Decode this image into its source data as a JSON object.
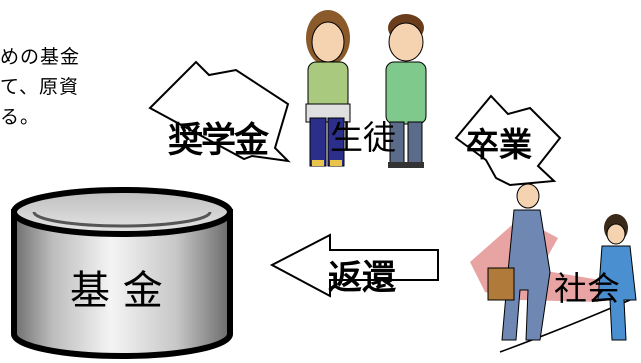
{
  "intro_text": {
    "line1": "めの基金",
    "line2": "て、原資",
    "line3": "る。"
  },
  "nodes": {
    "fund": "基 金",
    "students": "生徒",
    "society": "社会"
  },
  "arrows": {
    "scholarship": "奨学金",
    "graduation": "卒業",
    "repayment": "返還"
  },
  "colors": {
    "cylinder_dark": "#6e6e6e",
    "cylinder_light": "#f4f4f4",
    "cylinder_top": "#d6d6d6",
    "stroke": "#000000",
    "society_bg": "#e8a3a3"
  }
}
